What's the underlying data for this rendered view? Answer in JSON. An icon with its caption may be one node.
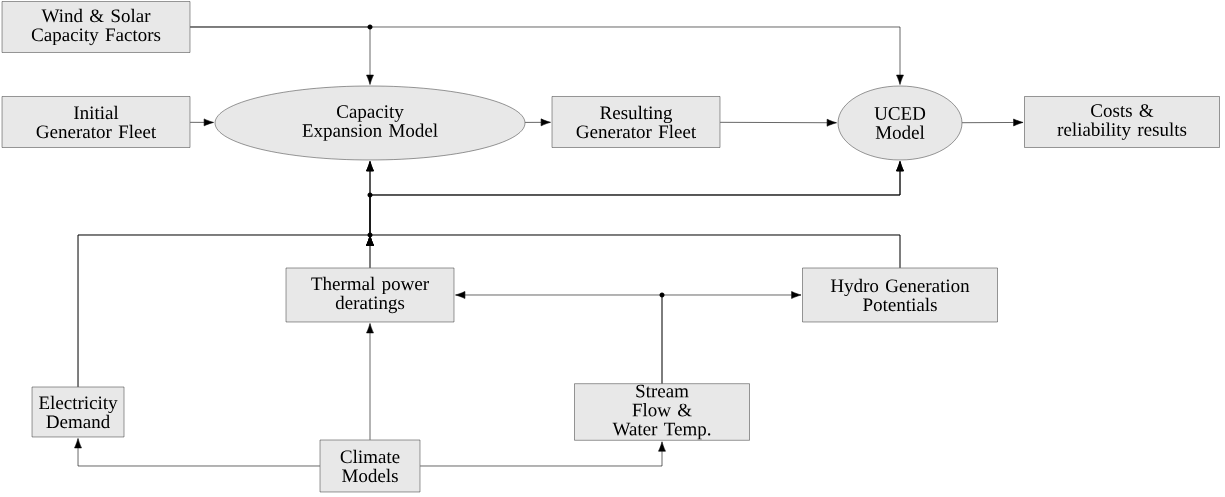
{
  "diagram": {
    "nodes": [
      {
        "text": [
          "Wind & Solar Capacity Factors"
        ]
      },
      {
        "text": [
          "Initial Generator Fleet"
        ]
      },
      {
        "text": [
          "Capacity Expansion Model"
        ]
      },
      {
        "text": [
          "Resulting Generator Fleet"
        ]
      },
      {
        "text": [
          "UCED Model"
        ]
      },
      {
        "text": [
          "Costs & reliability results"
        ]
      },
      {
        "text": [
          "Thermal power deratings"
        ]
      },
      {
        "text": [
          "Hydro Generation Potentials"
        ]
      },
      {
        "text": [
          "Electricity Demand"
        ]
      },
      {
        "text": [
          "Stream Flow & Water Temp."
        ]
      },
      {
        "text": [
          "Climate Models"
        ]
      }
    ],
    "edges": [
      {
        "from": 0,
        "to": 2,
        "arrow": "to"
      },
      {
        "from": 0,
        "to": 4,
        "arrow": "to"
      },
      {
        "from": 1,
        "to": 2,
        "arrow": "to"
      },
      {
        "from": 2,
        "to": 3,
        "arrow": "to"
      },
      {
        "from": 3,
        "to": 4,
        "arrow": "to"
      },
      {
        "from": 4,
        "to": 5,
        "arrow": "to"
      },
      {
        "from": 8,
        "to": 2,
        "arrow": "to"
      },
      {
        "from": 8,
        "to": 4,
        "arrow": "to"
      },
      {
        "from": 6,
        "to": 2,
        "arrow": "to"
      },
      {
        "from": 6,
        "to": 4,
        "arrow": "to"
      },
      {
        "from": 7,
        "to": 2,
        "arrow": "to"
      },
      {
        "from": 7,
        "to": 4,
        "arrow": "to"
      },
      {
        "from": 10,
        "to": 8,
        "arrow": "to"
      },
      {
        "from": 10,
        "to": 6,
        "arrow": "to"
      },
      {
        "from": 10,
        "to": 9,
        "arrow": "to"
      },
      {
        "from": 9,
        "to": 6,
        "arrow": "to"
      },
      {
        "from": 9,
        "to": 7,
        "arrow": "to"
      }
    ]
  }
}
